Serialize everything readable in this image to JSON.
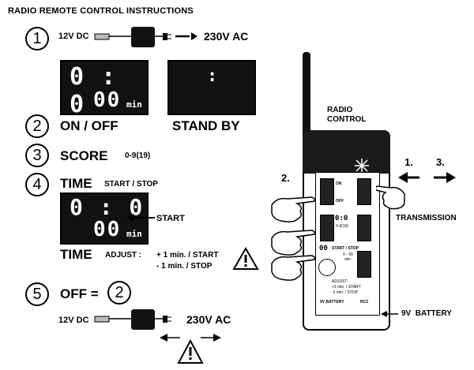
{
  "title": "RADIO REMOTE CONTROL INSTRUCTIONS",
  "step1": {
    "num": "1",
    "dc": "12V DC",
    "ac": "230V AC"
  },
  "display1": {
    "top": "0 : 0",
    "bottom": "00",
    "unit": "min"
  },
  "display2": {
    "dot": ":"
  },
  "step2": {
    "num": "2",
    "on_off": "ON / OFF",
    "standby": "STAND BY"
  },
  "step3": {
    "num": "3",
    "label": "SCORE",
    "range": "0-9(19)"
  },
  "step4": {
    "num": "4",
    "label": "TIME",
    "sub": "START / STOP"
  },
  "display3": {
    "top": "0 : 0",
    "bottom": "00",
    "unit": "min",
    "start": "START"
  },
  "adjust": {
    "label": "TIME",
    "adjust": "ADJUST :",
    "plus": "+ 1 min. / START",
    "minus": "- 1 min. / STOP"
  },
  "step5": {
    "num": "5",
    "off": "OFF =",
    "ref": "2"
  },
  "bottom": {
    "dc": "12V DC",
    "ac": "230V AC"
  },
  "remote": {
    "title_line1": "RADIO",
    "title_line2": "CONTROL",
    "btn_on": "ON",
    "btn_off": "OFF",
    "score_digits": "0:0",
    "score_range": "0-9(19)",
    "time_digits": "00",
    "time_label": "START / STOP",
    "time_range": "0 - 99",
    "time_unit": "min",
    "adjust_label": "ADJUST",
    "adjust_plus": "+1 min. / START",
    "adjust_minus": "-1 min. / STOP",
    "battery": "9V BATTERY",
    "model": "RC3"
  },
  "hands": {
    "h2": "2.",
    "h1": "1.",
    "h3": "3."
  },
  "transmission": "TRANSMISSION",
  "battery_label": "9V  BATTERY"
}
